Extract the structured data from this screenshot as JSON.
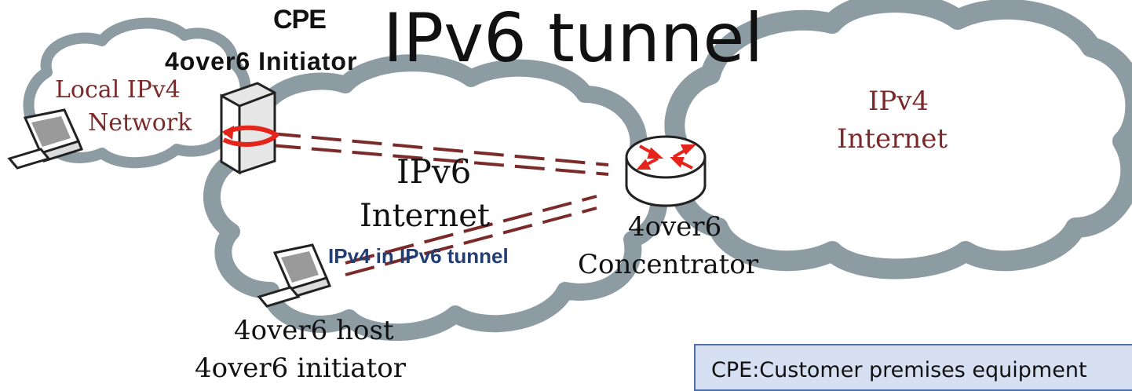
{
  "title": "IPv6 tunnel",
  "cpe": {
    "line1": "CPE",
    "line2": "4over6 Initiator"
  },
  "local_network": {
    "line1": "Local IPv4",
    "line2": "Network"
  },
  "ipv4_internet": {
    "line1": "IPv4",
    "line2": "Internet"
  },
  "ipv6_internet": {
    "line1": "IPv6",
    "line2": "Internet"
  },
  "tunnel_label": "IPv4 in IPv6 tunnel",
  "concentrator": {
    "line1": "4over6",
    "line2": "Concentrator"
  },
  "host": {
    "line1": "4over6 host",
    "line2": "4over6 initiator"
  },
  "legend": "CPE:Customer premises equipment",
  "colors": {
    "cloud": "#8d9ba3",
    "cloud_fill": "#ffffff",
    "tunnel_line": "#7b2a2a",
    "label_red": "#7b2a2a",
    "tunnel_text": "#233e73",
    "legend_bg": "#d6e0f2",
    "router_arrow": "#e5251b"
  },
  "icons": [
    "computer-icon",
    "server-icon",
    "router-icon"
  ]
}
